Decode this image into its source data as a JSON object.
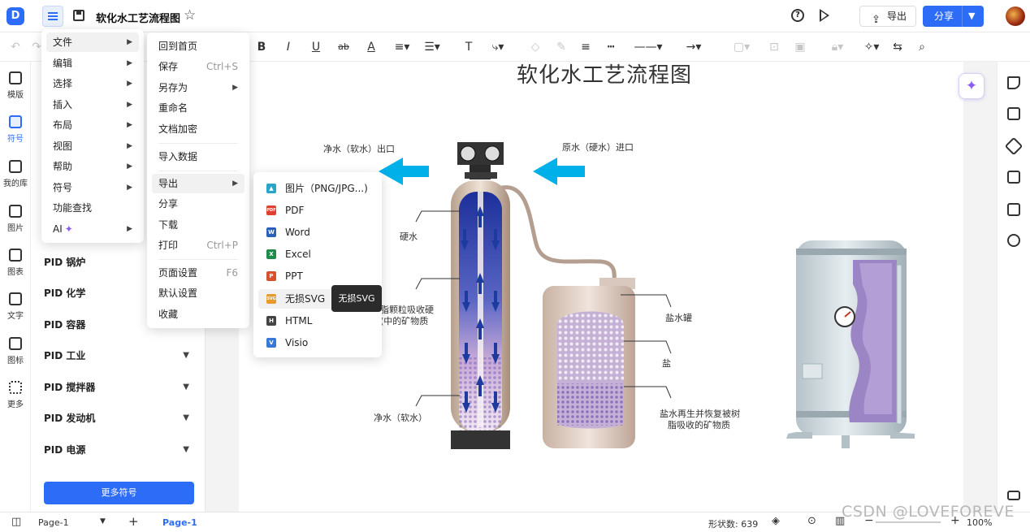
{
  "header": {
    "doc_title": "软化水工艺流程图",
    "export_label": "导出",
    "share_label": "分享"
  },
  "rail": {
    "items": [
      {
        "label": "模版"
      },
      {
        "label": "符号"
      },
      {
        "label": "我的库"
      },
      {
        "label": "图片"
      },
      {
        "label": "图表"
      },
      {
        "label": "文字"
      },
      {
        "label": "图标"
      },
      {
        "label": "更多"
      }
    ]
  },
  "panel": {
    "categories": [
      {
        "label": "PID 锅炉"
      },
      {
        "label": "PID 化学"
      },
      {
        "label": "PID 容器"
      },
      {
        "label": "PID 工业"
      },
      {
        "label": "PID 搅拌器"
      },
      {
        "label": "PID 发动机"
      },
      {
        "label": "PID 电源"
      }
    ],
    "more_button": "更多符号"
  },
  "main_menu": {
    "items": [
      {
        "label": "文件"
      },
      {
        "label": "编辑"
      },
      {
        "label": "选择"
      },
      {
        "label": "插入"
      },
      {
        "label": "布局"
      },
      {
        "label": "视图"
      },
      {
        "label": "帮助"
      },
      {
        "label": "符号"
      },
      {
        "label": "功能查找"
      },
      {
        "label": "AI"
      }
    ]
  },
  "file_menu": {
    "items": [
      {
        "label": "回到首页",
        "shortcut": ""
      },
      {
        "label": "保存",
        "shortcut": "Ctrl+S"
      },
      {
        "label": "另存为",
        "shortcut": ""
      },
      {
        "label": "重命名",
        "shortcut": ""
      },
      {
        "label": "文档加密",
        "shortcut": ""
      },
      {
        "label": "导入数据",
        "shortcut": ""
      },
      {
        "label": "导出",
        "shortcut": ""
      },
      {
        "label": "分享",
        "shortcut": ""
      },
      {
        "label": "下载",
        "shortcut": ""
      },
      {
        "label": "打印",
        "shortcut": "Ctrl+P"
      },
      {
        "label": "页面设置",
        "shortcut": "F6"
      },
      {
        "label": "默认设置",
        "shortcut": ""
      },
      {
        "label": "收藏",
        "shortcut": ""
      }
    ]
  },
  "export_menu": {
    "items": [
      {
        "label": "图片（PNG/JPG...)",
        "icon_text": "",
        "color": "#2aa5c9"
      },
      {
        "label": "PDF",
        "icon_text": "PDF",
        "color": "#e0412f"
      },
      {
        "label": "Word",
        "icon_text": "W",
        "color": "#2b5fb8"
      },
      {
        "label": "Excel",
        "icon_text": "X",
        "color": "#1f8a4a"
      },
      {
        "label": "PPT",
        "icon_text": "P",
        "color": "#d9502d"
      },
      {
        "label": "无损SVG",
        "icon_text": "SVG",
        "color": "#e89a2b"
      },
      {
        "label": "HTML",
        "icon_text": "H",
        "color": "#444444"
      },
      {
        "label": "Visio",
        "icon_text": "V",
        "color": "#3a78d8"
      }
    ],
    "tooltip": "无损SVG"
  },
  "canvas": {
    "title": "软化水工艺流程图",
    "labels": {
      "outlet": "净水（软水）出口",
      "inlet": "原水（硬水）进口",
      "hard_water": "硬水",
      "resin_line1": "脂颗粒吸收硬",
      "resin_line2": "(中的矿物质",
      "soft_water": "净水（软水）",
      "brine_tank": "盐水罐",
      "salt": "盐",
      "regen_line1": "盐水再生并恢复被树",
      "regen_line2": "脂吸收的矿物质"
    }
  },
  "status": {
    "page_select": "Page-1",
    "page_tab": "Page-1",
    "shape_count": "形状数: 639",
    "zoom": "100%",
    "watermark": "CSDN @LOVEFOREVE"
  },
  "colors": {
    "accent": "#2d6cf6",
    "arrow_cyan": "#00b0e8",
    "resin_blue": "#1d3a9e"
  }
}
